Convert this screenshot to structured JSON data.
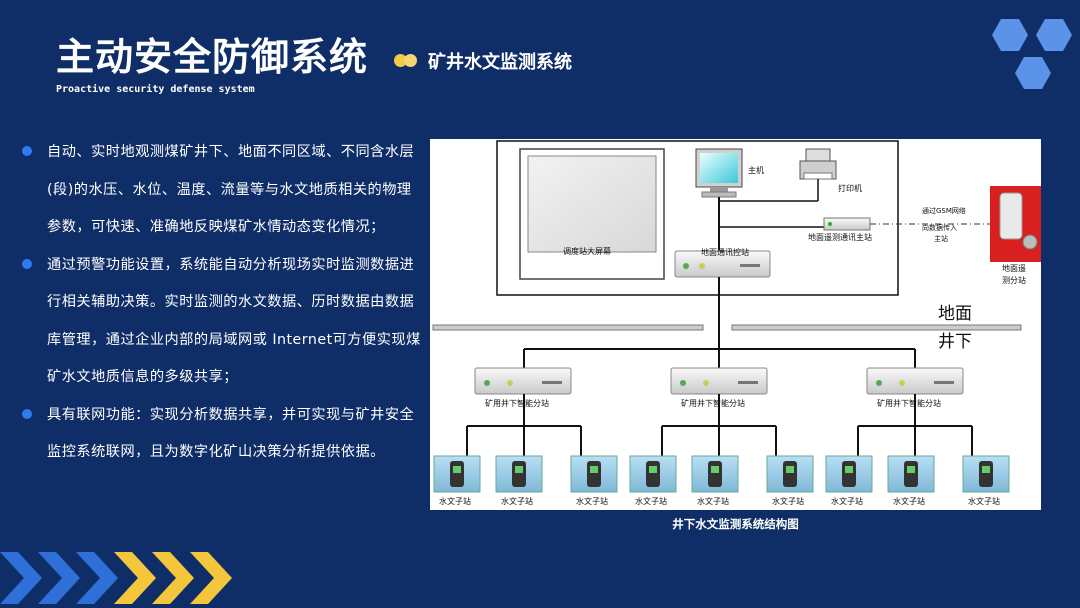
{
  "header": {
    "title": "主动安全防御系统",
    "subtitle_en": "Proactive security defense system",
    "section_title": "矿井水文监测系统",
    "dot_colors": [
      "#f3c94b",
      "#f3d774"
    ]
  },
  "bullets": [
    "自动、实时地观测煤矿井下、地面不同区域、不同含水层(段)的水压、水位、温度、流量等与水文地质相关的物理参数，可快速、准确地反映煤矿水情动态变化情况；",
    "通过预警功能设置，系统能自动分析现场实时监测数据进行相关辅助决策。实时监测的水文数据、历时数据由数据库管理，通过企业内部的局域网或 Internet可方便实现煤矿水文地质信息的多级共享；",
    "具有联网功能：实现分析数据共享，并可实现与矿井安全监控系统联网，且为数字化矿山决策分析提供依据。"
  ],
  "diagram": {
    "screen_label": "调度站大屏幕",
    "host_label": "主机",
    "printer_label": "打印机",
    "ground_comm_label": "地面通讯控站",
    "remote_host_label": "地面遥测通讯主站",
    "gsm_label_1": "通过GSM网络",
    "gsm_label_2": "向数据传入",
    "gsm_label_3": "主站",
    "remote_sub_label_1": "地面遥",
    "remote_sub_label_2": "测分站",
    "surface_label": "地面",
    "underground_label": "井下",
    "substations": [
      "矿用井下智能分站",
      "矿用井下智能分站",
      "矿用井下智能分站"
    ],
    "child_label": "水文子站",
    "caption": "井下水文监测系统结构图"
  },
  "colors": {
    "background": "#0f2e68",
    "bullet_dot": "#2f7bf0",
    "hexagon": "#5b93e8",
    "chevron_blue": "#2f6fd8",
    "chevron_yellow": "#f4c63b"
  }
}
